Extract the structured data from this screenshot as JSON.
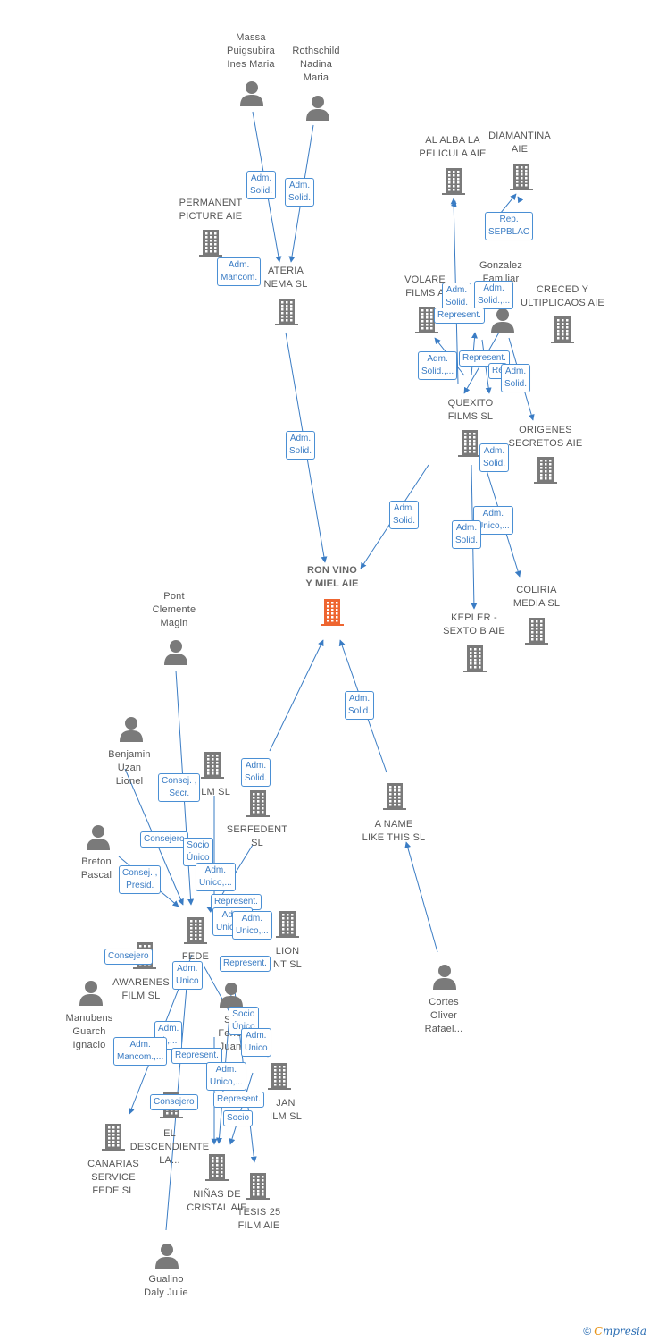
{
  "colors": {
    "edge": "#3a7cc4",
    "company": "#7a7a7a",
    "person": "#7a7a7a",
    "main": "#ee6530",
    "label_border": "#4a8fd4"
  },
  "nodes": [
    {
      "id": "massa",
      "kind": "person",
      "label": "Massa\nPuigsubira\nInes Maria"
    },
    {
      "id": "rothschild",
      "kind": "person",
      "label": "Rothschild\nNadina\nMaria"
    },
    {
      "id": "alalba",
      "kind": "company",
      "label": "AL ALBA LA\nPELICULA AIE"
    },
    {
      "id": "diamantina",
      "kind": "company",
      "label": "DIAMANTINA\nAIE"
    },
    {
      "id": "permanent",
      "kind": "company",
      "label": "PERMANENT\nPICTURE  AIE"
    },
    {
      "id": "cafeteria",
      "kind": "company",
      "label": "ATERIA\nNEMA  SL"
    },
    {
      "id": "volare",
      "kind": "company",
      "label": "VOLARE\nFILMS A"
    },
    {
      "id": "gonzalez",
      "kind": "person",
      "label": "Gonzalez\nFamiliar"
    },
    {
      "id": "creced",
      "kind": "company",
      "label": "CRECED Y\nULTIPLICAOS AIE"
    },
    {
      "id": "quexito",
      "kind": "company",
      "label": "QUEXITO\nFILMS  SL"
    },
    {
      "id": "origenes",
      "kind": "company",
      "label": "ORIGENES\nSECRETOS  AIE"
    },
    {
      "id": "ronvino",
      "kind": "main",
      "label": "RON VINO\nY MIEL AIE"
    },
    {
      "id": "kepler",
      "kind": "company",
      "label": "KEPLER -\nSEXTO B AIE"
    },
    {
      "id": "coliria",
      "kind": "company",
      "label": "COLIRIA\nMEDIA  SL"
    },
    {
      "id": "pont",
      "kind": "person",
      "label": "Pont\nClemente\nMagin"
    },
    {
      "id": "benjamin",
      "kind": "person",
      "label": "Benjamin\nUzan\nLionel"
    },
    {
      "id": "film_sl",
      "kind": "company",
      "label": "ILM  SL"
    },
    {
      "id": "serfedent",
      "kind": "company",
      "label": "SERFEDENT\nSL"
    },
    {
      "id": "aname",
      "kind": "company",
      "label": "A NAME\nLIKE THIS  SL"
    },
    {
      "id": "breton",
      "kind": "person",
      "label": "Breton\nPascal"
    },
    {
      "id": "fede",
      "kind": "company",
      "label": "FEDE"
    },
    {
      "id": "lion",
      "kind": "company",
      "label": "LION\nNT  SL"
    },
    {
      "id": "awareness",
      "kind": "company",
      "label": "AWARENES\nFILM  SL"
    },
    {
      "id": "cortes",
      "kind": "person",
      "label": "Cortes\nOliver\nRafael..."
    },
    {
      "id": "manubens",
      "kind": "person",
      "label": "Manubens\nGuarch\nIgnacio"
    },
    {
      "id": "ferran",
      "kind": "person",
      "label": "So\nFerra\nJuan"
    },
    {
      "id": "jan",
      "kind": "company",
      "label": "JAN\nILM  SL"
    },
    {
      "id": "descendiente",
      "kind": "company",
      "label": "EL\nDESCENDIENTE\nLA..."
    },
    {
      "id": "canarias",
      "kind": "company",
      "label": "CANARIAS\nSERVICE\nFEDE  SL"
    },
    {
      "id": "ninas",
      "kind": "company",
      "label": "NIÑAS DE\nCRISTAL AIE"
    },
    {
      "id": "tesis",
      "kind": "company",
      "label": "TESIS 25\nFILM AIE"
    },
    {
      "id": "gualino",
      "kind": "person",
      "label": "Gualino\nDaly Julie"
    }
  ],
  "relations": [
    "Adm.\nSolid.",
    "Adm.\nSolid.",
    "Adm.\nMancom.",
    "Rep.\nSEPBLAC",
    "Adm.\nSolid.",
    "Adm.\nSolid.,...",
    "Represent.",
    "Adm.\nSolid.,...",
    "Represent.",
    "Re",
    "Adm.\nSolid.",
    "Adm.\nSolid.",
    "Adm.\nSolid.",
    "Adm.\nSolid.",
    "Adm.\nUnico,...",
    "Adm.\nSolid.",
    "Adm.\nSolid.",
    "Adm.\nSolid.",
    "Consej. ,\nSecr.",
    "Consejero",
    "Socio\nÚnico",
    "Consej. ,\nPresid.",
    "Adm.\nUnico,...",
    "Represent.",
    "Adm.\nUnico,...",
    "Adm.\nUnico,...",
    "Consejero",
    "Adm.\nUnico",
    "Represent.",
    "Socio\nÚnico",
    "Adm.\nUnico",
    "Adm.\nd.,...",
    "Represent.",
    "Adm.\nMancom.,...",
    "Adm.\nUnico,...",
    "Consejero",
    "Represent.",
    "Socio"
  ],
  "footer": {
    "copyright": "©",
    "brand_initial": "C",
    "brand_rest": "mpresia"
  }
}
